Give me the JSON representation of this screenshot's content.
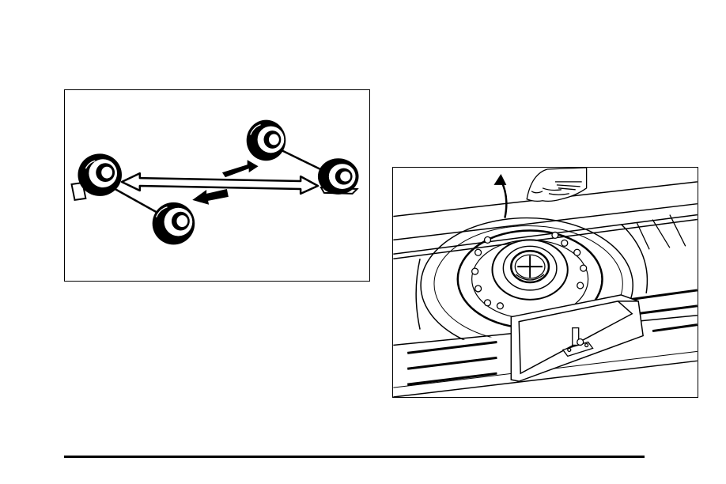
{
  "page": {
    "colors": {
      "ink": "#000000",
      "paper": "#ffffff"
    }
  },
  "figures": [
    {
      "id": "tire-rotation",
      "icon": "tire-rotation-diagram"
    },
    {
      "id": "spare-compartment",
      "icon": "spare-tire-compartment-illustration"
    }
  ]
}
